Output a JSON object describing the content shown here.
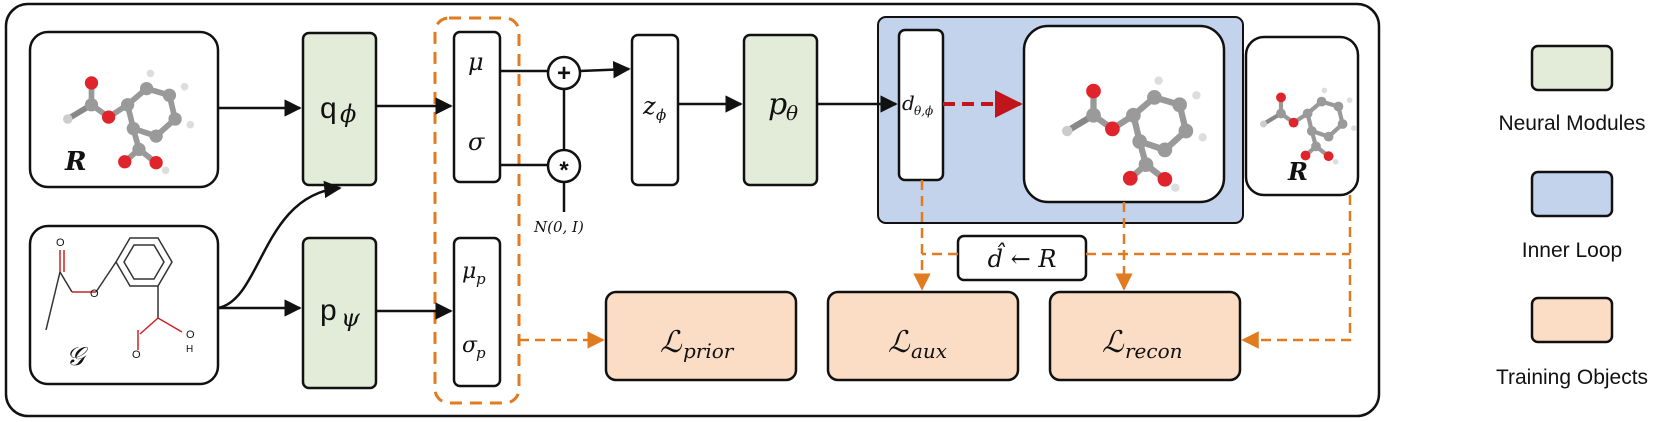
{
  "inputs": {
    "conformer_label": "R",
    "graph_label": "𝒢",
    "target_label": "R"
  },
  "modules": {
    "q_phi": "q",
    "q_phi_sub": "ϕ",
    "p_psi": "p",
    "p_psi_sub": "ψ",
    "p_theta": "p",
    "p_theta_sub": "θ"
  },
  "latent": {
    "mu": "μ",
    "sigma": "σ",
    "mu_p": "μ",
    "mu_p_sub": "p",
    "sigma_p": "σ",
    "sigma_p_sub": "p",
    "plus": "+",
    "star": "*",
    "noise": "N(0, I)",
    "z": "z",
    "z_sub": "ϕ"
  },
  "inner": {
    "d": "d",
    "d_sub": "θ,ϕ",
    "assign": "d̂ ← R"
  },
  "losses": {
    "prior": "ℒ",
    "prior_sub": "prior",
    "aux": "ℒ",
    "aux_sub": "aux",
    "recon": "ℒ",
    "recon_sub": "recon"
  },
  "legend": [
    {
      "label": "Neural Modules",
      "color": "#e3ecd9"
    },
    {
      "label": "Inner Loop",
      "color": "#c3d3ec"
    },
    {
      "label": "Training Objects",
      "color": "#fbdcc4"
    }
  ],
  "colors": {
    "neural": "#e3ecd9",
    "inner": "#c3d3ec",
    "training": "#fbdcc4",
    "dashed_orange": "#e07b1f",
    "dashed_red": "#c0161b"
  }
}
